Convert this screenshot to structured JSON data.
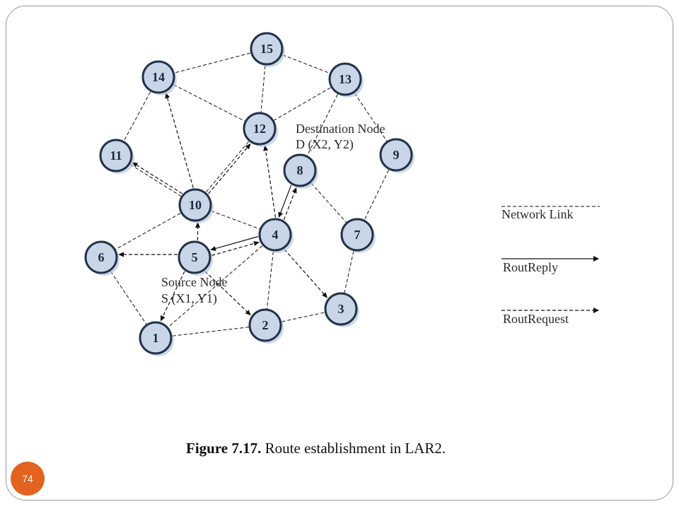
{
  "nodes": [
    {
      "id": "1",
      "label": "1"
    },
    {
      "id": "2",
      "label": "2"
    },
    {
      "id": "3",
      "label": "3"
    },
    {
      "id": "4",
      "label": "4"
    },
    {
      "id": "5",
      "label": "5"
    },
    {
      "id": "6",
      "label": "6"
    },
    {
      "id": "7",
      "label": "7"
    },
    {
      "id": "8",
      "label": "8"
    },
    {
      "id": "9",
      "label": "9"
    },
    {
      "id": "10",
      "label": "10"
    },
    {
      "id": "11",
      "label": "11"
    },
    {
      "id": "12",
      "label": "12"
    },
    {
      "id": "13",
      "label": "13"
    },
    {
      "id": "14",
      "label": "14"
    },
    {
      "id": "15",
      "label": "15"
    }
  ],
  "links": [
    [
      "15",
      "14"
    ],
    [
      "15",
      "13"
    ],
    [
      "15",
      "12"
    ],
    [
      "14",
      "11"
    ],
    [
      "14",
      "12"
    ],
    [
      "13",
      "12"
    ],
    [
      "13",
      "9"
    ],
    [
      "13",
      "8"
    ],
    [
      "12",
      "10"
    ],
    [
      "11",
      "10"
    ],
    [
      "10",
      "6"
    ],
    [
      "10",
      "4"
    ],
    [
      "8",
      "7"
    ],
    [
      "9",
      "7"
    ],
    [
      "7",
      "3"
    ],
    [
      "6",
      "1"
    ],
    [
      "4",
      "2"
    ],
    [
      "4",
      "1"
    ],
    [
      "2",
      "3"
    ],
    [
      "1",
      "2"
    ]
  ],
  "route_request": [
    [
      "5",
      "6"
    ],
    [
      "5",
      "10"
    ],
    [
      "5",
      "4"
    ],
    [
      "5",
      "1"
    ],
    [
      "5",
      "2"
    ],
    [
      "10",
      "11"
    ],
    [
      "10",
      "14"
    ],
    [
      "10",
      "12"
    ],
    [
      "4",
      "12"
    ],
    [
      "4",
      "8"
    ],
    [
      "4",
      "3"
    ]
  ],
  "route_reply": [
    [
      "8",
      "4"
    ],
    [
      "4",
      "5"
    ]
  ],
  "annotations": {
    "destination_line1": "Destination Node",
    "destination_line2": "D (X2, Y2)",
    "source_line1": "Source Node",
    "source_line2": "S (X1, Y1)"
  },
  "legend": {
    "network_link": "Network Link",
    "rout_reply": "RoutReply",
    "rout_request": "RoutRequest"
  },
  "caption": {
    "figure_number": "Figure 7.17.",
    "text": "Route establishment in LAR2."
  },
  "page_number": "74",
  "colors": {
    "node_fill": "#c9d6e8",
    "node_stroke": "#22324a",
    "node_shadow": "#b8c9de",
    "badge": "#e2631f"
  }
}
